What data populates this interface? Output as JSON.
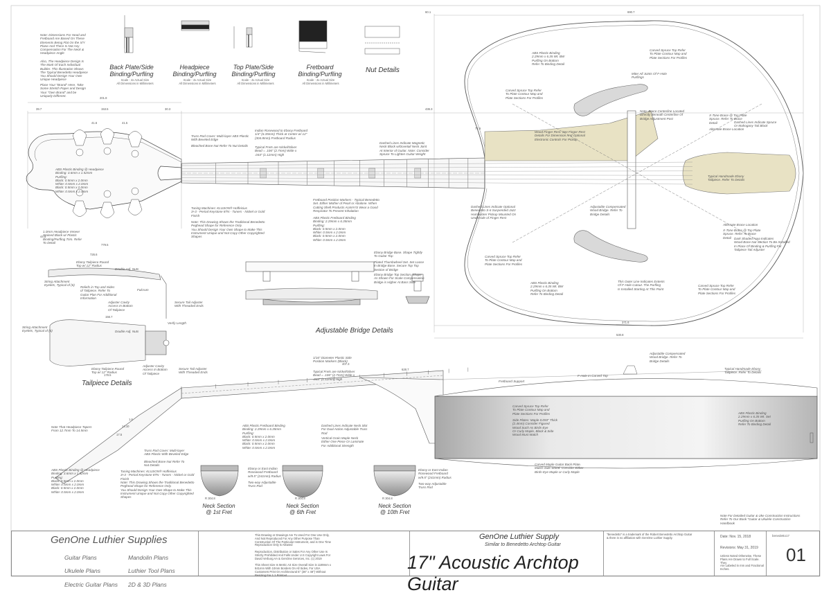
{
  "binding_sections": [
    {
      "title": "Back Plate/Side\nBinding/Purfling",
      "scale": "Scale - 4x Actual Size\nAll Dimensions in Millimeters"
    },
    {
      "title": "Headpiece\nBinding/Purfling",
      "scale": "Scale - 4x Actual Size\nAll Dimensions in Millimeters"
    },
    {
      "title": "Top Plate/Side\nBinding/Purfling",
      "scale": "Scale - 4x Actual Size\nAll Dimensions in Millimeters"
    },
    {
      "title": "Fretboard\nBinding/Purfling",
      "scale": "Scale - 4x Actual Size\nAll Dimensions in Millimeters"
    }
  ],
  "nut_details": "Nut Details",
  "section_titles": {
    "adjustable_bridge": "Adjustable Bridge Details",
    "tailpiece": "Tailpiece Details",
    "neck_1": "Neck Section\n@ 1st Fret",
    "neck_6": "Neck Section\n@ 6th Fret",
    "neck_10": "Neck Section\n@ 10th Fret"
  },
  "notes": {
    "dimensions_note": "Note: Dimensions For Head and\nFretboard Are Based On These\nElements Being Flat On the X/Y\nPlane And There Is Not Any\nCompensation For The Neck &\nHeadpiece Angle",
    "headpiece_design": "Also, The Headpiece Design Is\nThe Mark Of Each Individual\nBuilder. This Illustration Shows\nThe Typical Benedetto Headpiece\nYou Should Design Your Own\nUnique Headpiece",
    "brand_here": "Place Your \"Brand\" Here. Take\nSome Stretch Paper and Design\nYour \"Own Brand\" and be\nUniquely Different.",
    "abs_headpiece": "ABS Plastic Binding @ Headpiece\nBinding: 3.6mm x 1.52mm\nPurfling:\nBlack: 0.5mm x 2.0mm\nWhite: 0.5mm x 2.0mm\nBlack: 0.5mm x 2.0mm\nWhite: 0.5mm x 2.0mm",
    "headpiece_veneer": "1.0mm Headpiece Veneer\nStained Black w/ Plastic\nBinding/Purfling Trim. Refer\nTo Detail",
    "truss_rod_cover": "Truss Rod Cover: Multi-layer ABS Plastic\nWith Beveled Edge",
    "bleached_bone": "Bleached Bone Nut Refer To Nut Details",
    "tuning_machines": "Tuning Machines: KLUSON® Hoffeisius\n3+3 - Period Keystone 87N - Tuners - Nickel or Gold\nFinish",
    "pegheads_note": "Note: This Drawing Shows the Traditional Benedetto\nPeghead Shape for Reference Only.\nYou Should Design Your Own Shape to Make This\nInstrument Unique and Not Copy Other Copyrighted\nShapes",
    "indian_rosewood": "Indian Rosewood to Ebony Fretboard\n1/4\" (6.35mm) Thick at Center w/ 12\"\n(304.8mm) Fretboard Radius",
    "typical_frets": "Typical Frets are Nickel/Silver\nBead = .106\" (2.7mm) Wide x\n.044\" (1.12mm) High",
    "fretboard_markers": "Fretboard Position Markers - Typical Benedetto\nSet. Either Mother of Pearl or Abalone. When\nCutting Shell Products ALWAYS Wear a Good\nRespirator To Prevent Inhalation",
    "abs_fretboard": "ABS Plastic Fretboard Binding\nBinding: 2.29mm x 6.35mm\nPurfling:\nBlack: 0.5mm x 2.0mm\nWhite: 0.5mm x 2.0mm\nBlack: 0.5mm x 2.0mm\nWhite: 0.5mm x 2.0mm",
    "dashed_lines_magnets": "Dashed Lines Indicate Magnetic\nNeck Block w/Dovetail Neck Joint\nAt Interior of Guitar. Note: Consider\nSpruce To Lighten Guitar Weight",
    "abs_body": "ABS Plastic Binding\n2.29mm x 6.35 Wt. BW\nPurfling On Bottom\nRefer To Binding Detail",
    "carved_spruce_top_1": "Carved Spruce Top Refer\nTo Plate Contour Map and\nPlate Sections For Profiles",
    "miter_joints": "Miter All Joints Of F-Hole\nPurflings",
    "wood_finger_rest": "Wood Finger Rest. See Finger Rest\nDetails For Dimension And Optional\nElectronic Controls For Pickup",
    "note_brace": "Note: Brace Centerline Located\nDirectly Beneath Centerline Of\nBridge Adjustment Post",
    "x_tone_brace": "X-Tone Brace @ Top Plate\nSpruce. Refer To Brace\nDetail",
    "alternate_brace": "Alternate Brace Location",
    "dashed_spruce": "Dashed Lines Indicate Spruce\nOr Mahogany Tail Block",
    "typical_tailpiece": "Typical Handmade Ebony\nTailpiece. Refer To Details",
    "dashed_pickup": "Dashed Lines Indicate Optional\nBenedetto S-6 Suspended Jazz\nHumbucker Pickup Mounted On\nUnderside of Finger Rest",
    "adjustable_comp": "Adjustable Compensated\nWood Bridge. Refer To\nBridge Details",
    "alternate_brace_2": "Alternate Brace Location",
    "x_tone_2": "X-Tone Brace @ Top Plate\nSpruce. Refer To Brace\nDetail",
    "dark_shaded": "Dark Shaded Area Indicates\nWood Bone Nut Section To Be Installed\nIn Place Of Binding & Purfling For\nTailpiece Tail Adjuster",
    "carved_spruce_2": "Carved Spruce Top Refer\nTo Plate Contour Map and\nPlate Sections For Profiles",
    "abs_body_2": "ABS Plastic Binding\n2.29mm x 6.35 Wt. BW\nPurfling On Bottom\nRefer To Binding Detail",
    "outer_line": "This Outer Line Indicates Extents\nOf F-Hole Cutout. The Purfling\nIs Installed Starting At This Point",
    "carved_spruce_3": "Carved Spruce Top Refer\nTo Plate Contour Map and\nPlate Sections For Profiles",
    "ebony_bridge_base": "Ebony Bridge Base. Shape Tightly\nTo Guitar Top",
    "plated_thumbwheel": "Plated Thumbwheel Set. Set Loose\nIn Bridge Base. Secure Top Top\nSection of Bridge",
    "ebony_bridge_top": "Ebony Bridge Top Section. Shape\nAs Shown For Scale Compensation\nBridge is Higher At Bass Side",
    "ebony_tailpiece_round": "Ebony Tailpiece Round\nTop w/ 12\" Radius",
    "double_adj_nuts": "Double Adj. Nuts",
    "string_attachment": "String Attachment\nEyelets, Typical of (6)",
    "reliefs": "Reliefs in Top and Sides\nof Tailpiece. Refer To\nGuitar Plan For Additional\nInformation",
    "fulcrum": "Fulcrum",
    "adjuster_cavity": "Adjuster Cavity\nAccess In Bottom\nOf Tailpiece",
    "secure_tail": "Secure Tail Adjuster\nWith Threaded Ends",
    "verify_length": "Verify Length",
    "string_attachment_2": "String Attachment\nEyelets, Typical of (6)",
    "double_adj_2": "Double Adj. Nuts",
    "ebony_tail_2": "Ebony Tailpiece Round\nTop w/ 12\" Radius",
    "adjuster_cavity_2": "Adjuster Cavity\nAccess In Bottom\nOf Tailpiece",
    "secure_tail_2": "Secure Tail Adjuster\nWith Threaded Ends",
    "headpiece_tapers": "Note That Headpiece Tapers\nFrom 12.7mm To 14.5mm",
    "abs_headpiece_2": "ABS Plastic Binding @ Headpiece\nBinding: 3.6mm x 1.52mm\nPurfling:\nBlack: 0.5mm x 2.0mm\nWhite: 0.5mm x 2.0mm\nBlack: 0.5mm x 2.0mm\nWhite: 0.5mm x 2.0mm",
    "truss_rod_2": "Truss Rod Cover: Multi-layer\nABS Plastic With Beveled Edge",
    "bleached_bone_2": "Bleached Bone Nut Refer To\nNut Details",
    "tuning_2": "Tuning Machines: KLUSON® Hoffeisius\n3+3 - Period Keystone 87N - Tuners - Nickel or Gold\nFinish",
    "pegheads_note_2": "Note: This Drawing Shows the Traditional Benedetto\nPeghead Shape for Reference Only.\nYou Should Design Your Own Shape to Make This\nInstrument Unique and Not Copy Other Copyrighted\nShapes",
    "abs_fretboard_2": "ABS Plastic Fretboard Binding\nBinding: 2.29mm x 6.35mm\nPurfling:\nBlack: 0.5mm x 2.0mm\nWhite: 0.5mm x 2.0mm\nBlack: 0.5mm x 2.0mm\nWhite: 0.5mm x 2.0mm",
    "diameter_markers": "1/16\" Diameter Plastic Side\nPosition Markers (Black)",
    "typical_frets_2": "Typical Frets are Nickel/Silver\nBead = .106\" (2.7mm) Wide x\n.044\" (1.12mm) High",
    "dashed_truss": "Dashed Lines Indicate Neck Slot\nFor Dual Action Adjustable Truss\nRod",
    "vertical_grain": "Vertical Grain Maple Neck\nEither One Piece Or Laminate\nFor Additional Strength",
    "ebony_east_indian": "Ebony or East Indian\nRosewood Fretboard\nw/9.5\" (241mm) Radius",
    "two_way_truss": "Two-way Adjustable\nTruss Rod",
    "ebony_east_indian_2": "Ebony or East Indian\nRosewood Fretboard\nw/9.5\" (241mm) Radius",
    "two_way_truss_2": "Two-way Adjustable\nTruss Rod",
    "fretboard_support": "Fretboard Support",
    "f_hole_carved": "F-Hole In Carved Top",
    "adjustable_comp_2": "Adjustable Compensated\nWood Bridge. Refer To\nBridge Details",
    "typical_tailpiece_2": "Typical Handmade Ebony\nTailpiece. Refer To Details",
    "carved_spruce_side": "Carved Spruce Top Refer\nTo Plate Contour Map and\nPlate Sections For Profiles",
    "side_plates": "Side Plates: Maple 0.093\" Thick\n(2.4mm) Consider Figured\nWood Such As Birds-Eye\nOr Curly Maple, Black & Side\nWood Must Match",
    "abs_side": "ABS Plastic Binding\n2.29mm x 6.35 Wt. Set\nPurfling On Bottom\nRefer To Binding Detail",
    "carved_maple_back": "Carved Maple Guitar Back Plate.\nMatch Side Wood. Consider Either\nBirds-Eye Maple or Curly Maple",
    "note_detailed": "Note For Detailed Guitar & Uke Construction Instructions\nRefer To Our Book \"Guitar & Ukulele Construction\nHandbook"
  },
  "dimensions": {
    "top_width": "690.7",
    "left_offset": "60.1",
    "body_length": "436.3",
    "head_width": "201.8",
    "head_len": "153.5",
    "d1": "39.7",
    "d2": "30.3",
    "tuner_a": "41.6",
    "tuner_b": "41.5",
    "fret_dim": "71.6",
    "bottom_a": "371.6",
    "bottom_b": "530.8",
    "side_len": "628.7",
    "side_b": "407.3",
    "tail_a": "779.5",
    "tail_b": "726.6",
    "tail_c": "156.7",
    "tail_d": "178.5",
    "r1": "R 304.8",
    "r2": "R 304.8",
    "r3": "R 304.8",
    "s1": "1.6",
    "s2": "14.10",
    "s3": "17.5",
    "s4": "44.5"
  },
  "title_block": {
    "company": "GenOne Luthier Supplies",
    "links_left": [
      "Guitar Plans",
      "Ukulele Plans",
      "Electric Guitar Plans"
    ],
    "links_right": [
      "Mandolin Plans",
      "Luthier Tool Plans",
      "2D & 3D Plans"
    ],
    "legal": "This Drawing or Drawings Are To Used For One Use Only,\nAnd Not Reproduced For Any Other Purpose Than\nConstruction Of The Particular Instrument, and is One Time\nReproduction Only is Allowed\n\nReproduction, Distribution or Sales For Any Other Use Is\nStrictly Prohibited And Falls Under U.S Copyright Laws For\nDavid Verburg AA & GenOne Services, Inc. (c) 2019\n\nThis Sheet Size Is Metric A3 Size Overall Size is 1189mm x\n841mm With 10mm Borders On All Sides, For USA\nCustomers Print On Architectural E\" (36\" x 48\") Without\nResizing For 1:1 Printout",
    "supply": "GenOne Luthier Supply",
    "similar": "Similar to Benedetto Archtop Guitar",
    "main_title": "17\" Acoustic Archtop Guitar",
    "trademark": "\"Benedetto\" is a trademark of the Robert Benedetto Archtop Guitar\n& there is no affiliation with GenOne Luthier Supply.",
    "date": "Date: Nov. 15, 2018",
    "revisions": "Revisions: May 31, 2019",
    "file": "benedetto17",
    "unless": "Unless Noted Otherwise, These\nPlans Are Drawn to Full Scale. They\nAre Labeled in mm and Fractional\nInches.",
    "sheet": "01"
  },
  "colors": {
    "line": "#555555",
    "finger_rest": "#e8e2c4",
    "fhole": "#d9d9d9",
    "dark": "#222222"
  }
}
